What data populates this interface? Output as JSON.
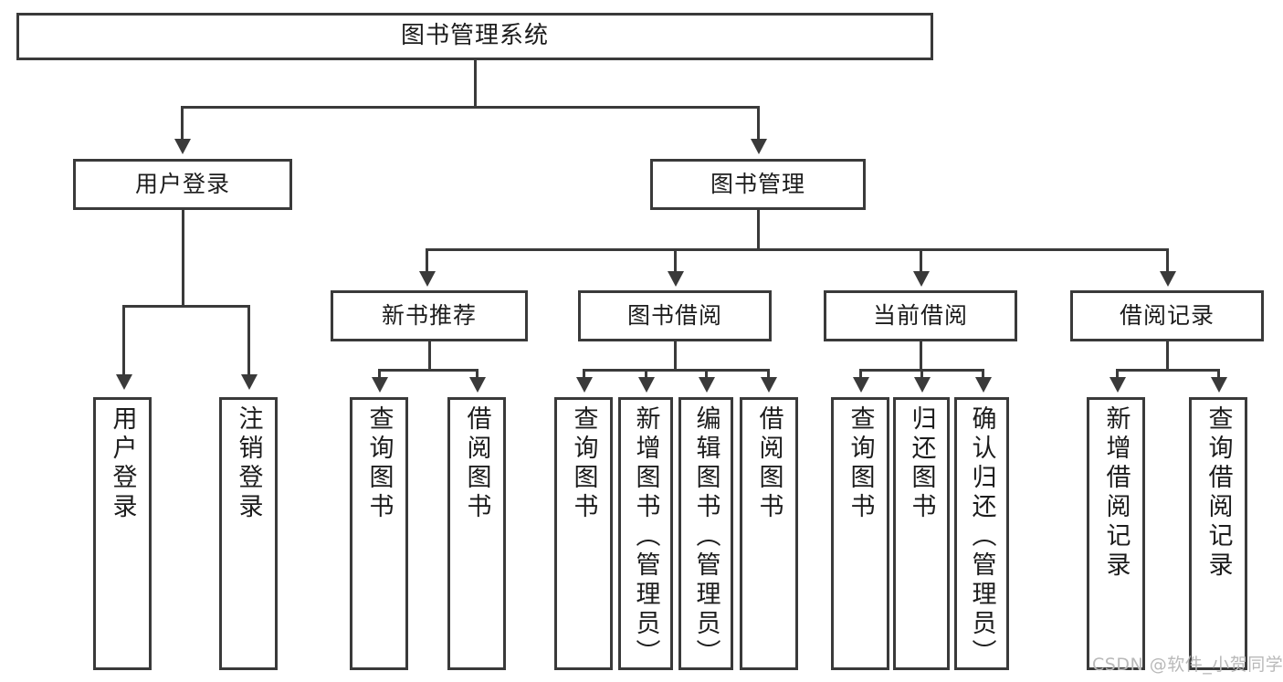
{
  "diagram": {
    "title": "图书管理系统",
    "type": "tree",
    "watermark": "CSDN @软件_小贺同学",
    "stroke_color": "#3a3a3a",
    "fill_color": "#ffffff",
    "text_color": "#1c1c1c",
    "watermark_color": "#b9b9b9"
  },
  "nodes": {
    "root": {
      "label": "图书管理系统",
      "level": 0
    },
    "level1": [
      {
        "id": "user-login",
        "label": "用户登录"
      },
      {
        "id": "book-manage",
        "label": "图书管理"
      }
    ],
    "level2": [
      {
        "id": "new-book-recommend",
        "label": "新书推荐",
        "parent": "book-manage"
      },
      {
        "id": "book-borrow",
        "label": "图书借阅",
        "parent": "book-manage"
      },
      {
        "id": "current-borrow",
        "label": "当前借阅",
        "parent": "book-manage"
      },
      {
        "id": "borrow-record",
        "label": "借阅记录",
        "parent": "book-manage"
      }
    ],
    "leaves": [
      {
        "id": "leaf-user-login",
        "label": "用户登录",
        "parent": "user-login"
      },
      {
        "id": "leaf-logout-login",
        "label": "注销登录",
        "parent": "user-login"
      },
      {
        "id": "leaf-query-book-1",
        "label": "查询图书",
        "parent": "new-book-recommend"
      },
      {
        "id": "leaf-borrow-book-1",
        "label": "借阅图书",
        "parent": "new-book-recommend"
      },
      {
        "id": "leaf-query-book-2",
        "label": "查询图书",
        "parent": "book-borrow"
      },
      {
        "id": "leaf-add-book",
        "label": "新增图书（管理员）",
        "parent": "book-borrow"
      },
      {
        "id": "leaf-edit-book",
        "label": "编辑图书（管理员）",
        "parent": "book-borrow"
      },
      {
        "id": "leaf-borrow-book-2",
        "label": "借阅图书",
        "parent": "book-borrow"
      },
      {
        "id": "leaf-query-book-3",
        "label": "查询图书",
        "parent": "current-borrow"
      },
      {
        "id": "leaf-return-book",
        "label": "归还图书",
        "parent": "current-borrow"
      },
      {
        "id": "leaf-confirm-return",
        "label": "确认归还（管理员）",
        "parent": "current-borrow"
      },
      {
        "id": "leaf-add-record",
        "label": "新增借阅记录",
        "parent": "borrow-record"
      },
      {
        "id": "leaf-query-record",
        "label": "查询借阅记录",
        "parent": "borrow-record"
      }
    ]
  }
}
